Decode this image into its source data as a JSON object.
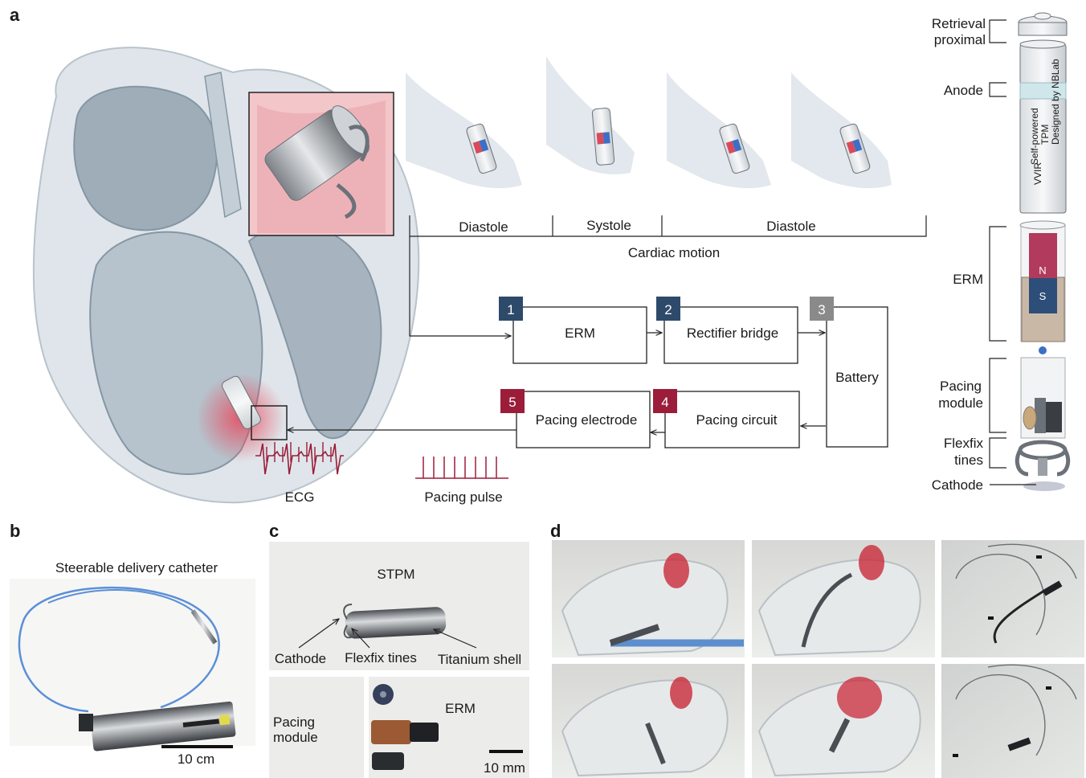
{
  "panels": {
    "a": "a",
    "b": "b",
    "c": "c",
    "d": "d"
  },
  "panel_a": {
    "phases": [
      "Diastole",
      "Systole",
      "Diastole"
    ],
    "cardiac_motion": "Cardiac motion",
    "blocks": [
      {
        "num": "1",
        "label": "ERM",
        "color": "#2e4a6b"
      },
      {
        "num": "2",
        "label": "Rectifier bridge",
        "color": "#2e4a6b"
      },
      {
        "num": "3",
        "label": "Battery",
        "color": "#8a8a8a"
      },
      {
        "num": "4",
        "label": "Pacing circuit",
        "color": "#9b1d3a"
      },
      {
        "num": "5",
        "label": "Pacing electrode",
        "color": "#9b1d3a"
      }
    ],
    "ecg_label": "ECG",
    "pacing_pulse_label": "Pacing pulse",
    "device_labels": {
      "retrieval_line1": "Retrieval",
      "retrieval_line2": "proximal",
      "anode": "Anode",
      "erm": "ERM",
      "pacing_line1": "Pacing",
      "pacing_line2": "module",
      "flexfix_line1": "Flexfix",
      "flexfix_line2": "tines",
      "cathode": "Cathode"
    },
    "device_text": {
      "designed": "Designed by NBLab",
      "tpm": "TPM",
      "self_powered": "Self-powered",
      "vvir": "VVIR",
      "n": "N",
      "s": "S"
    }
  },
  "panel_b": {
    "title": "Steerable delivery catheter",
    "scale": "10 cm"
  },
  "panel_c": {
    "title": "STPM",
    "cathode": "Cathode",
    "flexfix": "Flexfix tines",
    "shell": "Titanium shell",
    "pacing_line1": "Pacing",
    "pacing_line2": "module",
    "erm": "ERM",
    "scale": "10 mm"
  },
  "colors": {
    "navy": "#2e4a6b",
    "crimson": "#9b1d3a",
    "grey": "#8a8a8a",
    "heart_wall": "#c9d3db",
    "heart_chamber": "#a9b6c2",
    "pink_glow": "#e8475a"
  }
}
